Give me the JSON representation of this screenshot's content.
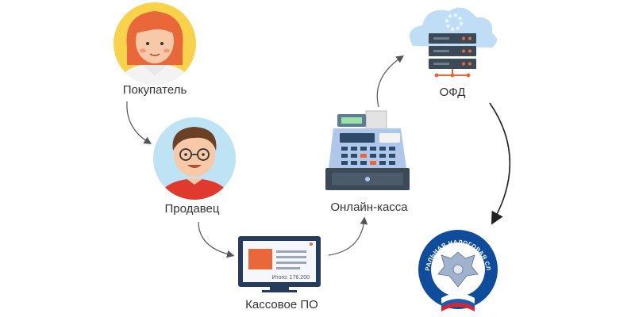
{
  "nodes": {
    "buyer": "Покупатель",
    "seller": "Продавец",
    "pos": "Кассовое ПО",
    "kassa": "Онлайн-касса",
    "ofd": "ОФД"
  },
  "screen_text": "Итого: 176.200",
  "fns_emblem_text": "ФЕДЕРАЛЬНАЯ НАЛОГОВАЯ СЛУЖБА",
  "colors": {
    "avatar_bg": "#F8D24A",
    "seller_bg": "#BDE3F5",
    "server_dark": "#3C4A58",
    "accent_orange": "#E8683A",
    "register_blue": "#AFC7EA",
    "monitor_navy": "#263A5C",
    "fns_blue": "#0F4C9C"
  }
}
